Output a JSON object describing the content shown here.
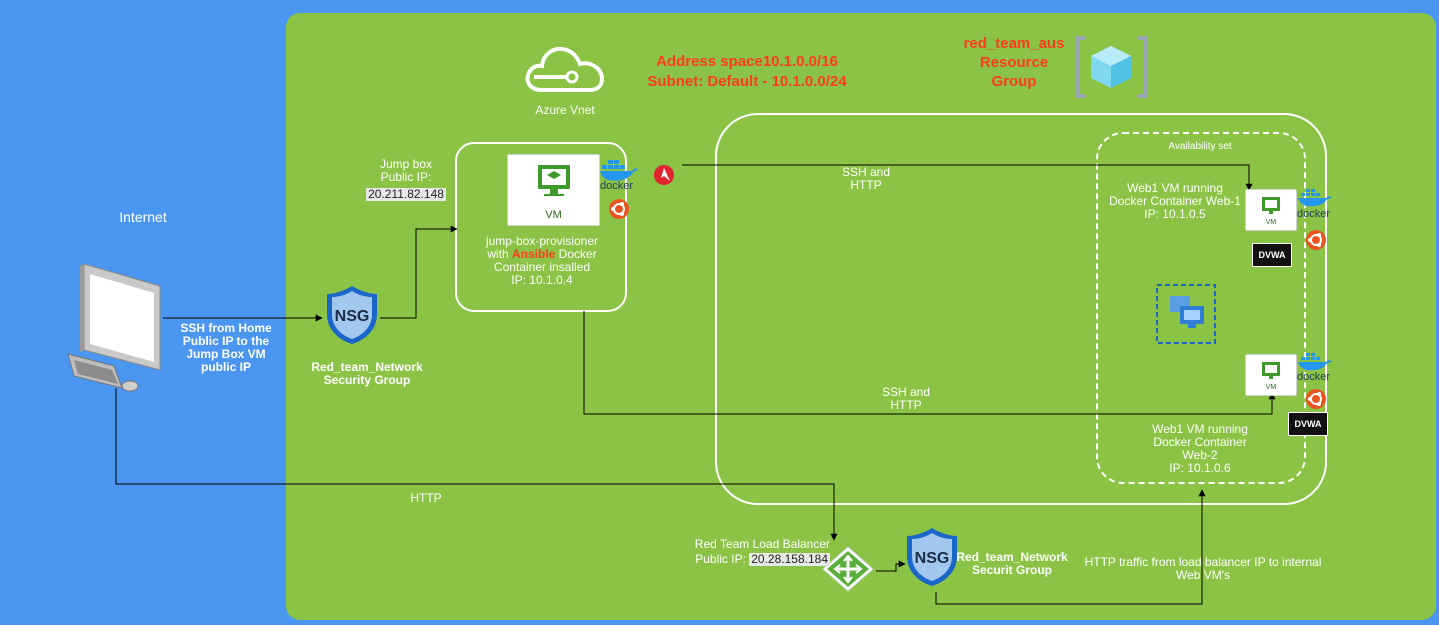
{
  "internet": {
    "label": "Internet",
    "ssh_note": "SSH from Home\nPublic IP to the\nJump Box VM\npublic IP"
  },
  "nsg_top": {
    "icon_text": "NSG",
    "label": "Red_team_Network\nSecurity Group"
  },
  "jumpbox": {
    "ip_caption": "Jump box\nPublic IP:",
    "public_ip": "20.211.82.148",
    "vm_label": "VM",
    "desc_line1": "jump-box-provisioner",
    "desc_with": "with ",
    "desc_ansible": "Ansible",
    "desc_docker": " Docker",
    "desc_line3": "Container insalled",
    "desc_ip": "IP: 10.1.0.4"
  },
  "vnet": {
    "label": "Azure Vnet",
    "address_space": "Address space10.1.0.0/16",
    "subnet": "Subnet: Default - 10.1.0.0/24"
  },
  "resource_group": {
    "label": "red_team_aus\nResource\nGroup"
  },
  "availability_set": {
    "label": "Availability set"
  },
  "ssh_http_top": "SSH and\nHTTP",
  "ssh_http_bottom": "SSH and\nHTTP",
  "web1": {
    "desc": "Web1 VM running\nDocker Container  Web-1\nIP: 10.1.0.5",
    "vm_label": "VM"
  },
  "web2": {
    "desc": "Web1 VM running\nDocker Container\nWeb-2\nIP: 10.1.0.6",
    "vm_label": "VM"
  },
  "badges": {
    "docker": "docker",
    "dvwa": "DVWA"
  },
  "http_label": "HTTP",
  "load_balancer": {
    "label": "Red Team Load Balancer",
    "ip_caption": "Public IP: ",
    "public_ip": "20.28.158.184"
  },
  "nsg_bottom": {
    "icon_text": "NSG",
    "label": "Red_team_Network\nSecurit Group"
  },
  "http_traffic_note": "HTTP traffic from load balancer IP to internal\nWeb VM's",
  "colors": {
    "background": "#4a96f0",
    "panel": "#8bc445",
    "accent_red": "#ff3b1a",
    "docker_blue": "#2496ed",
    "ubuntu_orange": "#e95420"
  }
}
